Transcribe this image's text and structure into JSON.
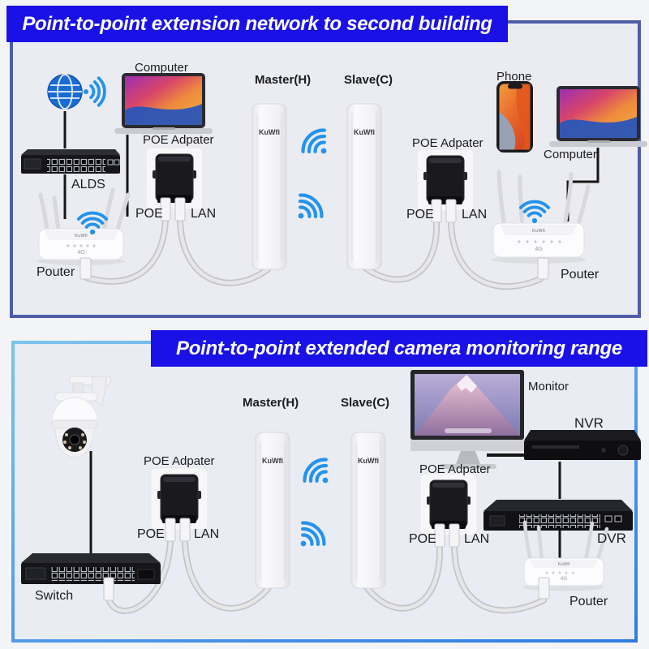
{
  "panel1": {
    "title": "Point-to-point extension network to second building",
    "labels": {
      "computer_left": "Computer",
      "poe_adapter_left": "POE Adpater",
      "alds": "ALDS",
      "poe_left": "POE",
      "lan_left": "LAN",
      "router_left": "Pouter",
      "master": "Master(H)",
      "slave": "Slave(C)",
      "poe_adapter_right": "POE Adpater",
      "phone": "Phone",
      "computer_right": "Computer",
      "poe_right": "POE",
      "lan_right": "LAN",
      "router_right": "Pouter"
    }
  },
  "panel2": {
    "title": "Point-to-point extended camera monitoring range",
    "labels": {
      "poe_adapter_left": "POE Adpater",
      "poe_left": "POE",
      "lan_left": "LAN",
      "switch": "Switch",
      "master": "Master(H)",
      "slave": "Slave(C)",
      "monitor": "Monitor",
      "nvr": "NVR",
      "poe_adapter_right": "POE Adpater",
      "poe_right": "POE",
      "lan_right": "LAN",
      "dvr": "DVR",
      "router": "Pouter"
    }
  },
  "device_text": {
    "bridge_brand": "KuWfi",
    "router_brand": "KuWfi",
    "router_4g": "4G"
  },
  "colors": {
    "banner_blue": "#1911e6",
    "wifi_blue": "#2492ee",
    "panel1_border": "#4f5ca8",
    "panel2_border": "#2f7ce2",
    "cable": "#d9d9de",
    "line": "#161616"
  }
}
